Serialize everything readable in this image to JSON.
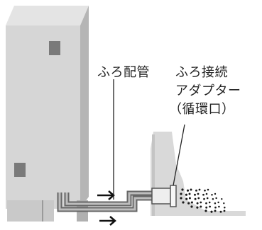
{
  "labels": {
    "pipe": "ふろ配管",
    "adapter_line1": "ふろ接続",
    "adapter_line2": "アダプター",
    "adapter_line3": "（循環口）"
  },
  "colors": {
    "unit_front": "#d6d6d6",
    "unit_side": "#b5b5b5",
    "unit_top": "#e4e4e4",
    "panel": "#7a7a7a",
    "tub": "#d9d9d9",
    "pipe": "#888888",
    "outline": "#222222"
  }
}
